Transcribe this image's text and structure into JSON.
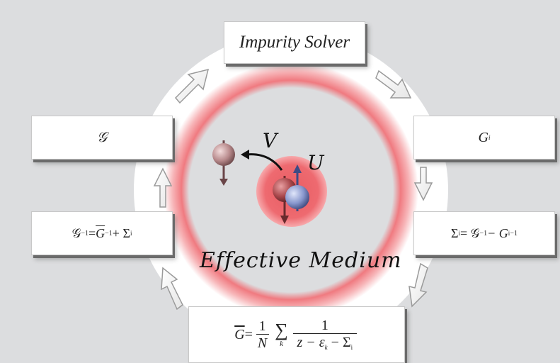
{
  "diagram": {
    "top_box": "Impurity Solver",
    "left_top_box": "𝒢",
    "right_top_box": "G",
    "right_top_sub": "i",
    "right_eq_parts": [
      "Σ",
      "i",
      " = 𝒢",
      "−1",
      " − G",
      "i",
      "−1"
    ],
    "left_eq_parts": [
      "𝒢",
      "−1",
      " = ",
      "G",
      "−1",
      " + Σ",
      "i"
    ],
    "bottom_eq": {
      "lhs": "G",
      "eq": " = ",
      "frac1_num": "1",
      "frac1_den": "N",
      "sum": "∑",
      "sum_index": "k",
      "frac2_num": "1",
      "frac2_den_a": "z − ε",
      "frac2_den_sub": "k",
      "frac2_den_b": " − Σ",
      "frac2_den_sub2": "i"
    },
    "center_label": "Effective Medium",
    "hop_label": "V",
    "interaction_label": "U"
  },
  "colors": {
    "background": "#dcdddf",
    "ring_red": "#f07a80",
    "core_red": "#ee6a70",
    "spin_up": "#8fa0d8",
    "spin_down": "#b85055"
  }
}
